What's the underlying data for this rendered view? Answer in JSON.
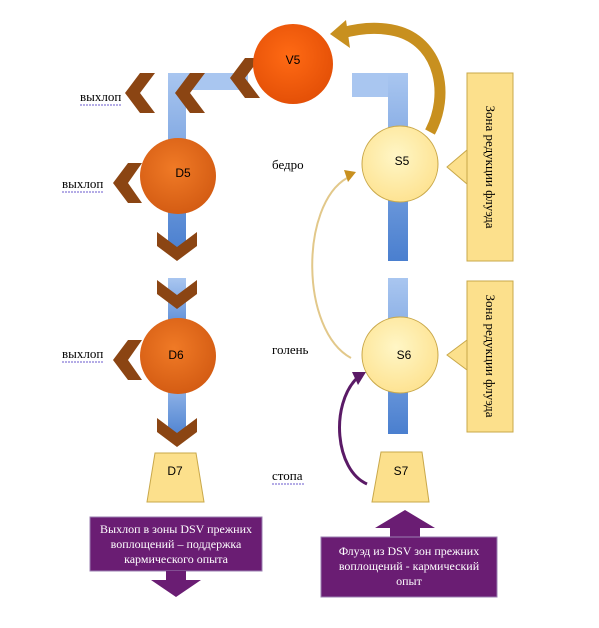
{
  "left_column": {
    "v5": "V5",
    "d5": "D5",
    "d6": "D6",
    "d7": "D7",
    "exhaust_1": "выхлоп",
    "exhaust_2": "выхлоп",
    "exhaust_3": "выхлоп",
    "bottom_box": {
      "line1": "Выхлоп в зоны DSV прежних",
      "line2": "воплощений – поддержка",
      "line3": "кармического опыта"
    }
  },
  "right_column": {
    "s5": "S5",
    "s6": "S6",
    "s7": "S7",
    "thigh": "бедро",
    "shin": "голень",
    "foot": "стопа",
    "reduction_zone_1": "Зона редукции флуэда",
    "reduction_zone_2": "Зона редукции флуэда",
    "bottom_box": {
      "line1": "Флуэд из DSV зон прежних",
      "line2": "воплощений - кармический",
      "line3": "опыт"
    }
  },
  "colors": {
    "orange_node": "#e0661a",
    "orange_node_dark": "#c2560f",
    "yellow_node": "#fde99b",
    "yellow_node_stroke": "#c9a84a",
    "beige_box": "#fce08c",
    "purple_box": "#6a1d73",
    "blue_pipe": "#5b8fd6",
    "blue_pipe_light": "#a9c6f0",
    "brown_chevron": "#8b4513",
    "gold_arrow": "#c8901f",
    "purple_arrow": "#5a1a66"
  }
}
